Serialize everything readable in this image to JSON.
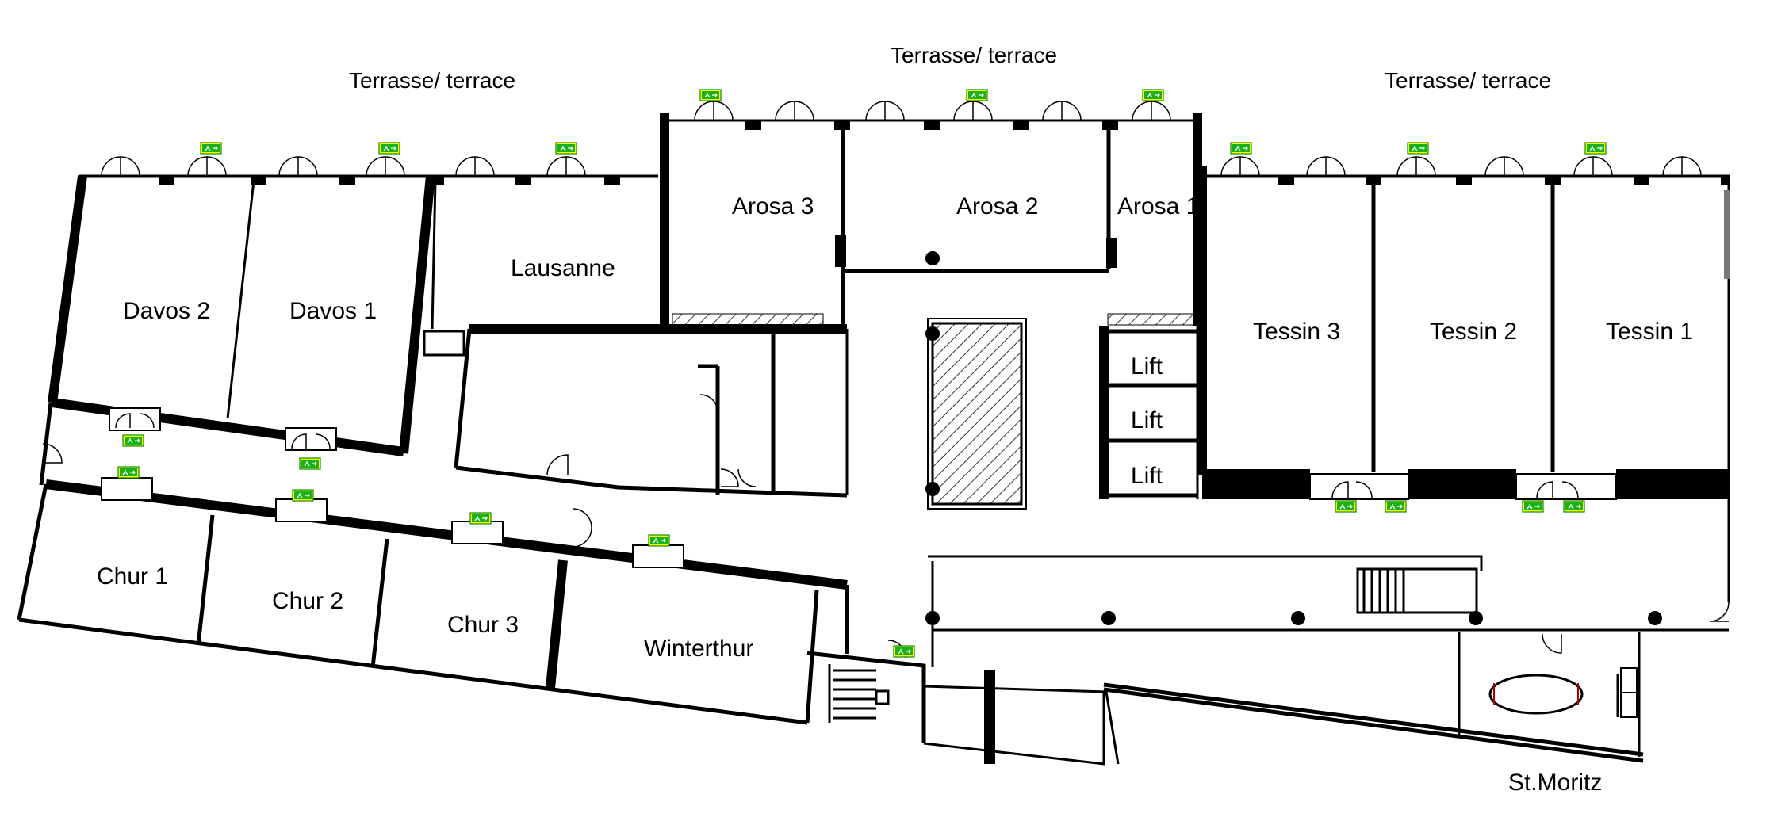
{
  "terraces": [
    {
      "id": "west",
      "label": "Terrasse/ terrace"
    },
    {
      "id": "center",
      "label": "Terrasse/ terrace"
    },
    {
      "id": "east",
      "label": "Terrasse/ terrace"
    }
  ],
  "rooms": {
    "davos2": "Davos 2",
    "davos1": "Davos 1",
    "lausanne": "Lausanne",
    "arosa3": "Arosa 3",
    "arosa2": "Arosa 2",
    "arosa1": "Arosa 1",
    "tessin3": "Tessin 3",
    "tessin2": "Tessin 2",
    "tessin1": "Tessin 1",
    "lift1": "Lift",
    "lift2": "Lift",
    "lift3": "Lift",
    "chur1": "Chur 1",
    "chur2": "Chur 2",
    "chur3": "Chur 3",
    "winterthur": "Winterthur",
    "stmoritz": "St.Moritz"
  },
  "colors": {
    "wall": "#000000",
    "exit_sign_bg": "#ffff00",
    "exit_sign_fg": "#19b319",
    "hatch": "#333333"
  },
  "icons": [
    "emergency-exit-sign-icon",
    "column-icon",
    "stairs-icon",
    "door-swing-icon"
  ]
}
